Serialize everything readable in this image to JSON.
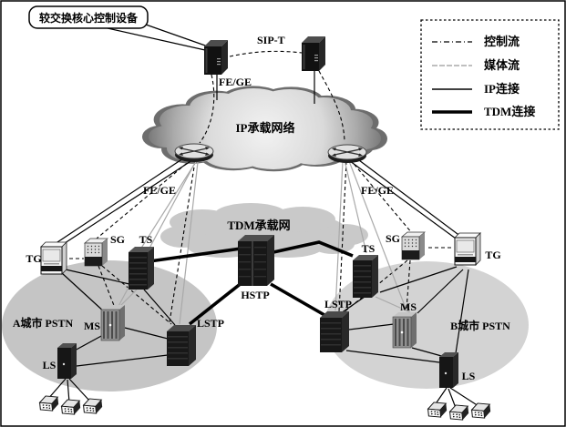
{
  "diagram": {
    "callout": "较交换核心控制设备",
    "sip_t": "SIP-T",
    "fege_top": "FE/GE",
    "fege_left": "FE/GE",
    "fege_right": "FE/GE",
    "ip_cloud_label": "IP承载网络",
    "tdm_cloud_label": "TDM承载网",
    "pstn_a_label": "A城市 PSTN",
    "pstn_b_label": "B城市 PSTN",
    "nodes": {
      "tg_left": "TG",
      "sg_left": "SG",
      "ts_left": "TS",
      "ms_left": "MS",
      "ls_left": "LS",
      "lstp_left": "LSTP",
      "hstp": "HSTP",
      "tg_right": "TG",
      "sg_right": "SG",
      "ts_right": "TS",
      "ms_right": "MS",
      "ls_right": "LS",
      "lstp_right": "LSTP"
    }
  },
  "legend": {
    "items": [
      {
        "label": "控制流",
        "style": "control"
      },
      {
        "label": "媒体流",
        "style": "media"
      },
      {
        "label": "IP连接",
        "style": "ip"
      },
      {
        "label": "TDM连接",
        "style": "tdm"
      }
    ]
  },
  "colors": {
    "control": "#000000",
    "media": "#a9a9a9",
    "ip": "#000000",
    "tdm": "#000000"
  }
}
